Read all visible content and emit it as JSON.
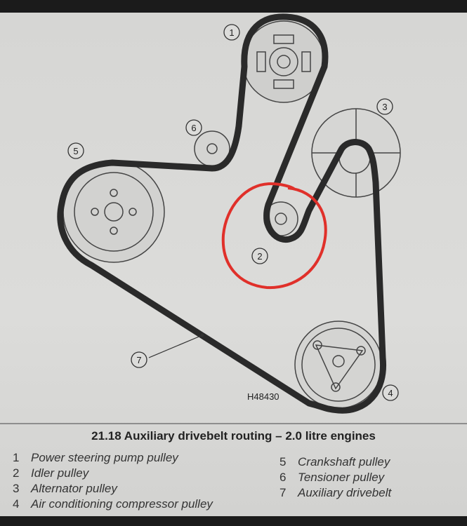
{
  "diagram": {
    "ref_code": "H48430",
    "callouts": [
      "1",
      "2",
      "3",
      "4",
      "5",
      "6",
      "7"
    ],
    "highlight_color": "#e0302a",
    "belt_color": "#2a2a2a"
  },
  "caption": "21.18 Auxiliary drivebelt routing – 2.0 litre engines",
  "legend": [
    {
      "num": "1",
      "label": "Power steering pump pulley"
    },
    {
      "num": "2",
      "label": "Idler pulley"
    },
    {
      "num": "3",
      "label": "Alternator pulley"
    },
    {
      "num": "4",
      "label": "Air conditioning compressor pulley"
    },
    {
      "num": "5",
      "label": "Crankshaft pulley"
    },
    {
      "num": "6",
      "label": "Tensioner pulley"
    },
    {
      "num": "7",
      "label": "Auxiliary drivebelt"
    }
  ]
}
